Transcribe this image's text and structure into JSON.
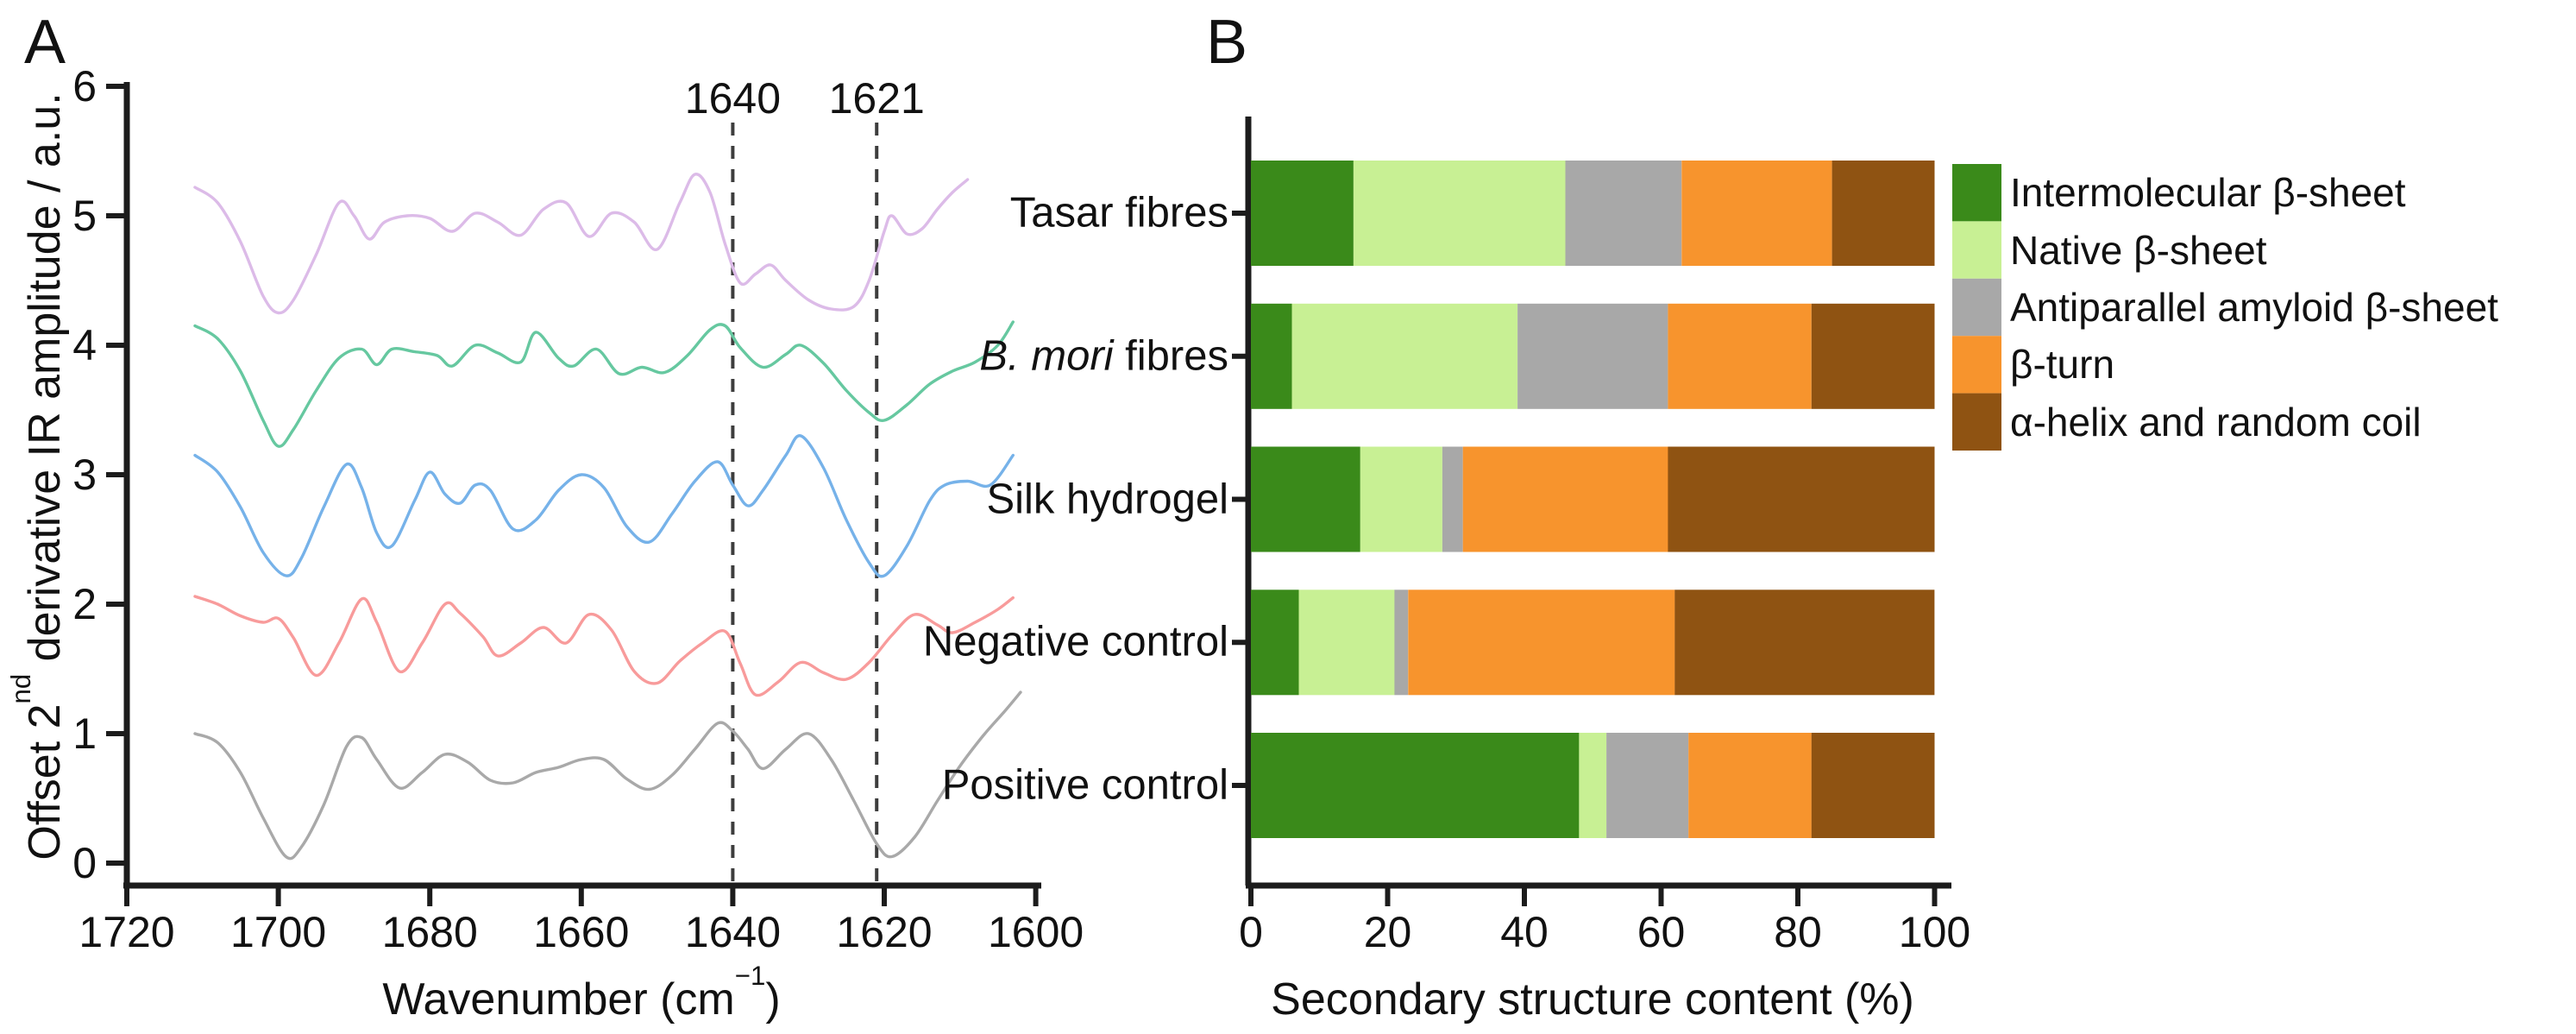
{
  "figure": {
    "panel_a_label": "A",
    "panel_b_label": "B"
  },
  "chart_data": [
    {
      "id": "panel_a_ir_spectra",
      "type": "line",
      "title": "",
      "xlabel": "Wavenumber (cm−1)",
      "xlabel_parts": {
        "pre": "Wavenumber (cm",
        "sup": "−1",
        "post": ")"
      },
      "ylabel": "Offset 2nd derivative IR amplitude / a.u.",
      "ylabel_parts": {
        "pre": "Offset 2",
        "sup": "nd",
        "post": " derivative IR amplitude / a.u."
      },
      "xlim": [
        1720,
        1600
      ],
      "x_axis_reversed": true,
      "ylim": [
        0,
        6
      ],
      "x_ticks": [
        1720,
        1700,
        1680,
        1660,
        1640,
        1620,
        1600
      ],
      "y_ticks": [
        0,
        1,
        2,
        3,
        4,
        5,
        6
      ],
      "grid": false,
      "annotation_color": "#3d3d3d",
      "annotations": [
        {
          "label": "1640",
          "x": 1640
        },
        {
          "label": "1621",
          "x": 1621
        }
      ],
      "series": [
        {
          "name": "Tasar fibres",
          "color": "#dcbbe8",
          "points": [
            [
              1711,
              5.22
            ],
            [
              1708,
              5.1
            ],
            [
              1705,
              4.8
            ],
            [
              1702,
              4.38
            ],
            [
              1700,
              4.25
            ],
            [
              1698,
              4.35
            ],
            [
              1695,
              4.7
            ],
            [
              1692,
              5.1
            ],
            [
              1690,
              5.0
            ],
            [
              1688,
              4.82
            ],
            [
              1686,
              4.95
            ],
            [
              1683,
              5.0
            ],
            [
              1680,
              4.98
            ],
            [
              1677,
              4.88
            ],
            [
              1674,
              5.02
            ],
            [
              1671,
              4.95
            ],
            [
              1668,
              4.85
            ],
            [
              1665,
              5.05
            ],
            [
              1662,
              5.1
            ],
            [
              1659,
              4.84
            ],
            [
              1656,
              5.02
            ],
            [
              1653,
              4.95
            ],
            [
              1650,
              4.74
            ],
            [
              1647,
              5.1
            ],
            [
              1645,
              5.32
            ],
            [
              1643,
              5.18
            ],
            [
              1641,
              4.78
            ],
            [
              1639,
              4.48
            ],
            [
              1637,
              4.55
            ],
            [
              1635,
              4.62
            ],
            [
              1633,
              4.5
            ],
            [
              1630,
              4.35
            ],
            [
              1627,
              4.28
            ],
            [
              1624,
              4.3
            ],
            [
              1622,
              4.5
            ],
            [
              1620,
              4.88
            ],
            [
              1619,
              5.0
            ],
            [
              1617,
              4.86
            ],
            [
              1615,
              4.9
            ],
            [
              1613,
              5.05
            ],
            [
              1611,
              5.18
            ],
            [
              1609,
              5.28
            ]
          ]
        },
        {
          "name": "B. mori fibres",
          "color": "#66c8a0",
          "points": [
            [
              1711,
              4.15
            ],
            [
              1708,
              4.05
            ],
            [
              1705,
              3.8
            ],
            [
              1702,
              3.42
            ],
            [
              1700,
              3.22
            ],
            [
              1698,
              3.35
            ],
            [
              1695,
              3.65
            ],
            [
              1692,
              3.9
            ],
            [
              1689,
              3.97
            ],
            [
              1687,
              3.85
            ],
            [
              1685,
              3.97
            ],
            [
              1682,
              3.95
            ],
            [
              1679,
              3.92
            ],
            [
              1677,
              3.84
            ],
            [
              1674,
              4.0
            ],
            [
              1671,
              3.94
            ],
            [
              1668,
              3.87
            ],
            [
              1666,
              4.1
            ],
            [
              1663,
              3.9
            ],
            [
              1661,
              3.84
            ],
            [
              1658,
              3.97
            ],
            [
              1655,
              3.78
            ],
            [
              1652,
              3.83
            ],
            [
              1649,
              3.79
            ],
            [
              1646,
              3.92
            ],
            [
              1643,
              4.12
            ],
            [
              1641,
              4.15
            ],
            [
              1639,
              3.98
            ],
            [
              1636,
              3.83
            ],
            [
              1633,
              3.93
            ],
            [
              1631,
              4.0
            ],
            [
              1628,
              3.86
            ],
            [
              1625,
              3.65
            ],
            [
              1622,
              3.48
            ],
            [
              1620,
              3.42
            ],
            [
              1617,
              3.54
            ],
            [
              1614,
              3.7
            ],
            [
              1611,
              3.8
            ],
            [
              1608,
              3.87
            ],
            [
              1605,
              4.0
            ],
            [
              1603,
              4.18
            ]
          ]
        },
        {
          "name": "Silk hydrogel",
          "color": "#76b2e9",
          "points": [
            [
              1711,
              3.15
            ],
            [
              1708,
              3.02
            ],
            [
              1705,
              2.75
            ],
            [
              1702,
              2.4
            ],
            [
              1699,
              2.22
            ],
            [
              1697,
              2.35
            ],
            [
              1694,
              2.75
            ],
            [
              1691,
              3.08
            ],
            [
              1689,
              2.9
            ],
            [
              1687,
              2.55
            ],
            [
              1685,
              2.45
            ],
            [
              1682,
              2.8
            ],
            [
              1680,
              3.02
            ],
            [
              1678,
              2.85
            ],
            [
              1676,
              2.78
            ],
            [
              1674,
              2.92
            ],
            [
              1672,
              2.88
            ],
            [
              1669,
              2.58
            ],
            [
              1666,
              2.65
            ],
            [
              1663,
              2.88
            ],
            [
              1660,
              3.0
            ],
            [
              1657,
              2.9
            ],
            [
              1654,
              2.6
            ],
            [
              1651,
              2.48
            ],
            [
              1648,
              2.7
            ],
            [
              1645,
              2.95
            ],
            [
              1642,
              3.1
            ],
            [
              1640,
              2.92
            ],
            [
              1638,
              2.76
            ],
            [
              1636,
              2.88
            ],
            [
              1633,
              3.15
            ],
            [
              1631,
              3.3
            ],
            [
              1628,
              3.05
            ],
            [
              1625,
              2.65
            ],
            [
              1622,
              2.32
            ],
            [
              1620,
              2.22
            ],
            [
              1617,
              2.45
            ],
            [
              1614,
              2.8
            ],
            [
              1612,
              2.92
            ],
            [
              1609,
              2.95
            ],
            [
              1606,
              2.92
            ],
            [
              1603,
              3.15
            ]
          ]
        },
        {
          "name": "Negative control",
          "color": "#f89b9b",
          "points": [
            [
              1711,
              2.06
            ],
            [
              1708,
              2.0
            ],
            [
              1705,
              1.91
            ],
            [
              1702,
              1.86
            ],
            [
              1700,
              1.89
            ],
            [
              1698,
              1.74
            ],
            [
              1695,
              1.45
            ],
            [
              1692,
              1.7
            ],
            [
              1689,
              2.04
            ],
            [
              1687,
              1.86
            ],
            [
              1684,
              1.48
            ],
            [
              1681,
              1.7
            ],
            [
              1678,
              2.0
            ],
            [
              1676,
              1.93
            ],
            [
              1673,
              1.75
            ],
            [
              1671,
              1.6
            ],
            [
              1668,
              1.7
            ],
            [
              1665,
              1.82
            ],
            [
              1662,
              1.7
            ],
            [
              1659,
              1.92
            ],
            [
              1656,
              1.8
            ],
            [
              1653,
              1.48
            ],
            [
              1650,
              1.39
            ],
            [
              1647,
              1.56
            ],
            [
              1644,
              1.7
            ],
            [
              1641,
              1.79
            ],
            [
              1639,
              1.54
            ],
            [
              1637,
              1.3
            ],
            [
              1634,
              1.4
            ],
            [
              1631,
              1.55
            ],
            [
              1628,
              1.47
            ],
            [
              1625,
              1.42
            ],
            [
              1622,
              1.55
            ],
            [
              1619,
              1.76
            ],
            [
              1616,
              1.92
            ],
            [
              1613,
              1.84
            ],
            [
              1611,
              1.78
            ],
            [
              1608,
              1.86
            ],
            [
              1605,
              1.96
            ],
            [
              1603,
              2.05
            ]
          ]
        },
        {
          "name": "Positive control",
          "color": "#a9a9a9",
          "points": [
            [
              1711,
              1.0
            ],
            [
              1708,
              0.93
            ],
            [
              1705,
              0.7
            ],
            [
              1702,
              0.35
            ],
            [
              1699,
              0.05
            ],
            [
              1697,
              0.12
            ],
            [
              1694,
              0.45
            ],
            [
              1691,
              0.9
            ],
            [
              1689,
              0.97
            ],
            [
              1687,
              0.8
            ],
            [
              1684,
              0.58
            ],
            [
              1681,
              0.7
            ],
            [
              1678,
              0.84
            ],
            [
              1675,
              0.78
            ],
            [
              1672,
              0.64
            ],
            [
              1669,
              0.62
            ],
            [
              1666,
              0.7
            ],
            [
              1663,
              0.74
            ],
            [
              1660,
              0.8
            ],
            [
              1657,
              0.8
            ],
            [
              1654,
              0.65
            ],
            [
              1651,
              0.57
            ],
            [
              1648,
              0.68
            ],
            [
              1645,
              0.88
            ],
            [
              1642,
              1.08
            ],
            [
              1640,
              1.02
            ],
            [
              1638,
              0.88
            ],
            [
              1636,
              0.73
            ],
            [
              1633,
              0.88
            ],
            [
              1630,
              1.0
            ],
            [
              1627,
              0.8
            ],
            [
              1624,
              0.48
            ],
            [
              1621,
              0.15
            ],
            [
              1619,
              0.05
            ],
            [
              1616,
              0.2
            ],
            [
              1613,
              0.48
            ],
            [
              1610,
              0.75
            ],
            [
              1607,
              0.98
            ],
            [
              1604,
              1.18
            ],
            [
              1602,
              1.32
            ]
          ]
        }
      ]
    },
    {
      "id": "panel_b_secondary_structure",
      "type": "bar",
      "orientation": "horizontal",
      "title": "",
      "xlabel": "Secondary structure content (%)",
      "xlim": [
        0,
        100
      ],
      "x_ticks": [
        0,
        20,
        40,
        60,
        80,
        100
      ],
      "grid": false,
      "legend_position": "upper right",
      "categories": [
        {
          "label": "Tasar fibres",
          "italic_segment": ""
        },
        {
          "label": "B. mori fibres",
          "italic_segment": "B. mori"
        },
        {
          "label": "Silk hydrogel",
          "italic_segment": ""
        },
        {
          "label": "Negative control",
          "italic_segment": ""
        },
        {
          "label": "Positive control",
          "italic_segment": ""
        }
      ],
      "series": [
        {
          "name": "Intermolecular β-sheet",
          "color": "#3a8a1a",
          "values": [
            15,
            6,
            16,
            7,
            48
          ]
        },
        {
          "name": "Native β-sheet",
          "color": "#c8f094",
          "values": [
            31,
            33,
            12,
            14,
            4
          ]
        },
        {
          "name": "Antiparallel amyloid β-sheet",
          "color": "#a8a8a8",
          "values": [
            17,
            22,
            3,
            2,
            12
          ]
        },
        {
          "name": "β-turn",
          "color": "#f7942d",
          "values": [
            22,
            21,
            30,
            39,
            18
          ]
        },
        {
          "name": "α-helix and random coil",
          "color": "#8f5312",
          "values": [
            15,
            18,
            39,
            38,
            18
          ]
        }
      ]
    }
  ]
}
